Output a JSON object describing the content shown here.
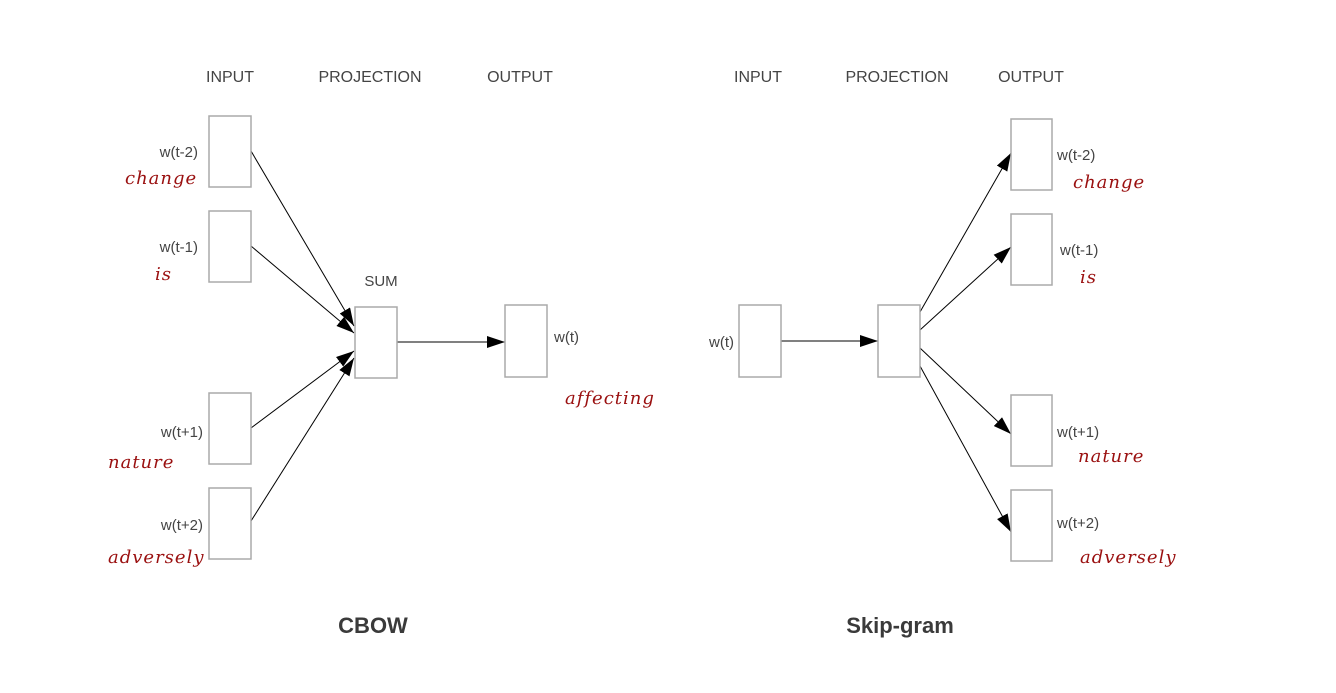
{
  "colors": {
    "text": "#444444",
    "title": "#3a3a3a",
    "handwriting": "#9a1010",
    "box_border": "#aaaaaa",
    "arrow": "#000000"
  },
  "cbow": {
    "title": "CBOW",
    "headers": {
      "input": "INPUT",
      "projection": "PROJECTION",
      "output": "OUTPUT"
    },
    "projection_label": "SUM",
    "inputs": [
      {
        "label": "w(t-2)",
        "word": "change"
      },
      {
        "label": "w(t-1)",
        "word": "is"
      },
      {
        "label": "w(t+1)",
        "word": "nature"
      },
      {
        "label": "w(t+2)",
        "word": "adversely"
      }
    ],
    "output": {
      "label": "w(t)",
      "word": "affecting"
    }
  },
  "skipgram": {
    "title": "Skip-gram",
    "headers": {
      "input": "INPUT",
      "projection": "PROJECTION",
      "output": "OUTPUT"
    },
    "input": {
      "label": "w(t)"
    },
    "outputs": [
      {
        "label": "w(t-2)",
        "word": "change"
      },
      {
        "label": "w(t-1)",
        "word": "is"
      },
      {
        "label": "w(t+1)",
        "word": "nature"
      },
      {
        "label": "w(t+2)",
        "word": "adversely"
      }
    ]
  }
}
